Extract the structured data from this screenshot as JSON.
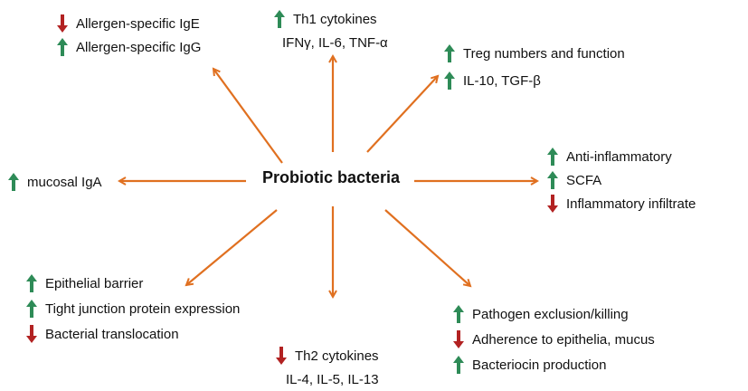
{
  "colors": {
    "arrow": "#E07020",
    "up": "#2E8B57",
    "down": "#B22222"
  },
  "center_label": "Probiotic bacteria",
  "groups": {
    "allergen": [
      {
        "text": "Allergen-specific IgE",
        "dir": "down"
      },
      {
        "text": "Allergen-specific IgG",
        "dir": "up"
      }
    ],
    "th1": {
      "title": "Th1 cytokines",
      "dir": "up",
      "sub": "IFNγ, IL-6, TNF-α"
    },
    "treg": [
      {
        "text": "Treg numbers and function",
        "dir": "up"
      },
      {
        "text": "IL-10, TGF-β",
        "dir": "up"
      }
    ],
    "iga": [
      {
        "text": "mucosal IgA",
        "dir": "up"
      }
    ],
    "inflammation": [
      {
        "text": "Anti-inflammatory",
        "dir": "up"
      },
      {
        "text": "SCFA",
        "dir": "up"
      },
      {
        "text": "Inflammatory infiltrate",
        "dir": "down"
      }
    ],
    "epithelial": [
      {
        "text": "Epithelial barrier",
        "dir": "up"
      },
      {
        "text": "Tight junction protein expression",
        "dir": "up"
      },
      {
        "text": "Bacterial translocation",
        "dir": "down"
      }
    ],
    "th2": {
      "title": "Th2 cytokines",
      "dir": "down",
      "sub": "IL-4, IL-5, IL-13"
    },
    "pathogen": [
      {
        "text": "Pathogen exclusion/killing",
        "dir": "up"
      },
      {
        "text": "Adherence to epithelia, mucus",
        "dir": "down"
      },
      {
        "text": "Bacteriocin production",
        "dir": "up"
      }
    ]
  }
}
